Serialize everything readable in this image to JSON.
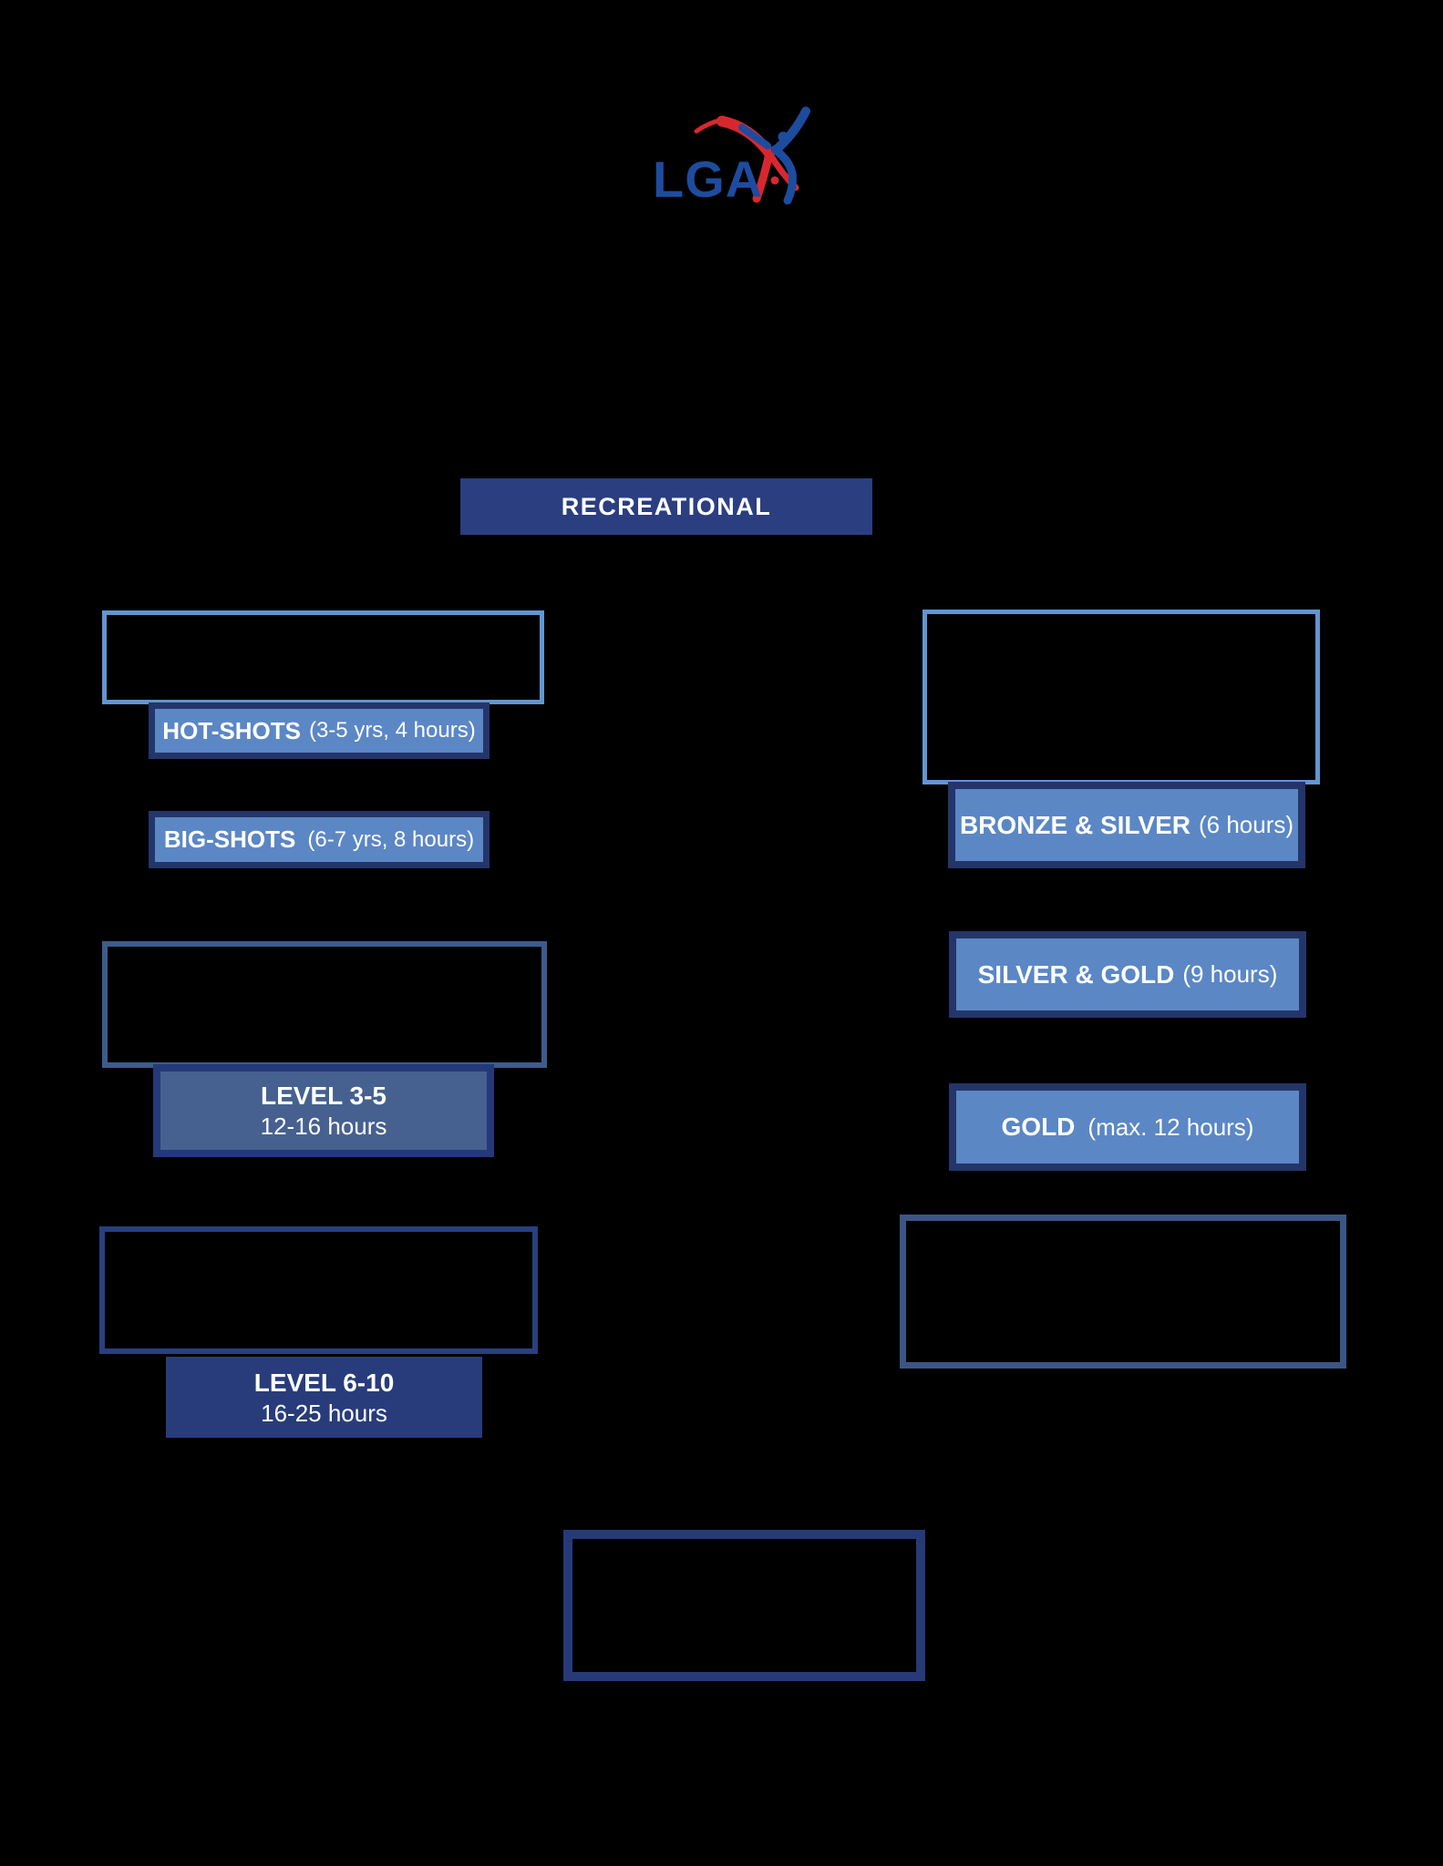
{
  "colors": {
    "background": "#000000",
    "header_navy": "#2b3e80",
    "chip_frame_navy": "#243569",
    "chip_fill_blue": "#5b87c5",
    "level_frame_navy": "#24397a",
    "level_fill_steel": "#46618f",
    "level_solid_navy": "#283c7c",
    "outline_light_blue": "#6296d0",
    "outline_steel_blue": "#3d5c8c",
    "outline_navy": "#28407e",
    "logo_blue": "#1d4c9f",
    "logo_red": "#d7282f",
    "text_white": "#ffffff"
  },
  "logo": {
    "text": "LGA"
  },
  "header": {
    "label": "RECREATIONAL"
  },
  "left_column": {
    "hot_shots": {
      "title": "HOT-SHOTS",
      "detail": "(3-5 yrs, 4 hours)"
    },
    "big_shots": {
      "title": "BIG-SHOTS",
      "detail": "(6-7 yrs, 8 hours)"
    },
    "level_3_5": {
      "title": "LEVEL 3-5",
      "hours": "12-16 hours"
    },
    "level_6_10": {
      "title": "LEVEL 6-10",
      "hours": "16-25 hours"
    }
  },
  "right_column": {
    "bronze_silver": {
      "title": "BRONZE & SILVER",
      "detail": "(6 hours)"
    },
    "silver_gold": {
      "title": "SILVER & GOLD",
      "detail": "(9 hours)"
    },
    "gold": {
      "title": "GOLD",
      "detail": "(max. 12 hours)"
    }
  }
}
